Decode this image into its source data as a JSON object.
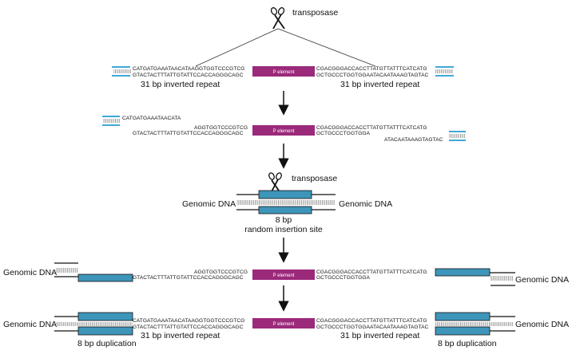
{
  "colors": {
    "p_element": "#9b2a7b",
    "genomic_block": "#3e95ba",
    "blue_line": "#3fa8d8",
    "arrow": "#111111"
  },
  "icons": {
    "scissors": "scissors-icon",
    "arrow": "down-arrow-icon"
  },
  "labels": {
    "transposase": "transposase",
    "p_element": "P element",
    "inverted_repeat": "31 bp inverted repeat",
    "genomic_dna": "Genomic DNA",
    "eight_bp": "8 bp",
    "random_insertion_site": "random insertion site",
    "duplication": "8 bp duplication"
  },
  "sequences": {
    "left_top": "CATGATGAAATAACATAAGGTGGTCCCGTCG",
    "left_bottom": "GTACTACTTTATTGTATTCCACCAGGGCAGC",
    "right_top": "CGACGGGACCACCTTATGTTATTTCATCATG",
    "right_bottom": "GCTGCCCTGGTGGAATACAATAAAGTAGTAC",
    "cut_left_top": "CATGATGAAATAACATA",
    "cut_left_bottom_mid": "AGGTGGTCCCGTCG",
    "cut_right_bottom_mid": "GCTGCCCTGGTGGA",
    "cut_right_bottom_tail": "ATACAATAAAGTAGTAC"
  }
}
